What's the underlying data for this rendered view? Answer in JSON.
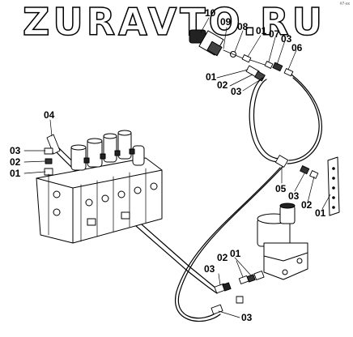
{
  "watermark": "ZURAVTO.RU",
  "corner_mark": "#7-xx",
  "callouts": [
    {
      "id": "c10a",
      "text": "10"
    },
    {
      "id": "c09",
      "text": "09"
    },
    {
      "id": "c08",
      "text": "08"
    },
    {
      "id": "c01a",
      "text": "01"
    },
    {
      "id": "c07",
      "text": "07"
    },
    {
      "id": "c03a",
      "text": "03"
    },
    {
      "id": "c06",
      "text": "06"
    },
    {
      "id": "c01b",
      "text": "01"
    },
    {
      "id": "c02a",
      "text": "02"
    },
    {
      "id": "c03b",
      "text": "03"
    },
    {
      "id": "c04",
      "text": "04"
    },
    {
      "id": "c03c",
      "text": "03"
    },
    {
      "id": "c02b",
      "text": "02"
    },
    {
      "id": "c01c",
      "text": "01"
    },
    {
      "id": "c05",
      "text": "05"
    },
    {
      "id": "c03d",
      "text": "03"
    },
    {
      "id": "c02c",
      "text": "02"
    },
    {
      "id": "c01d",
      "text": "01"
    },
    {
      "id": "c02d",
      "text": "02"
    },
    {
      "id": "c01e",
      "text": "01"
    },
    {
      "id": "c03e",
      "text": "03"
    },
    {
      "id": "c03f",
      "text": "03"
    }
  ]
}
